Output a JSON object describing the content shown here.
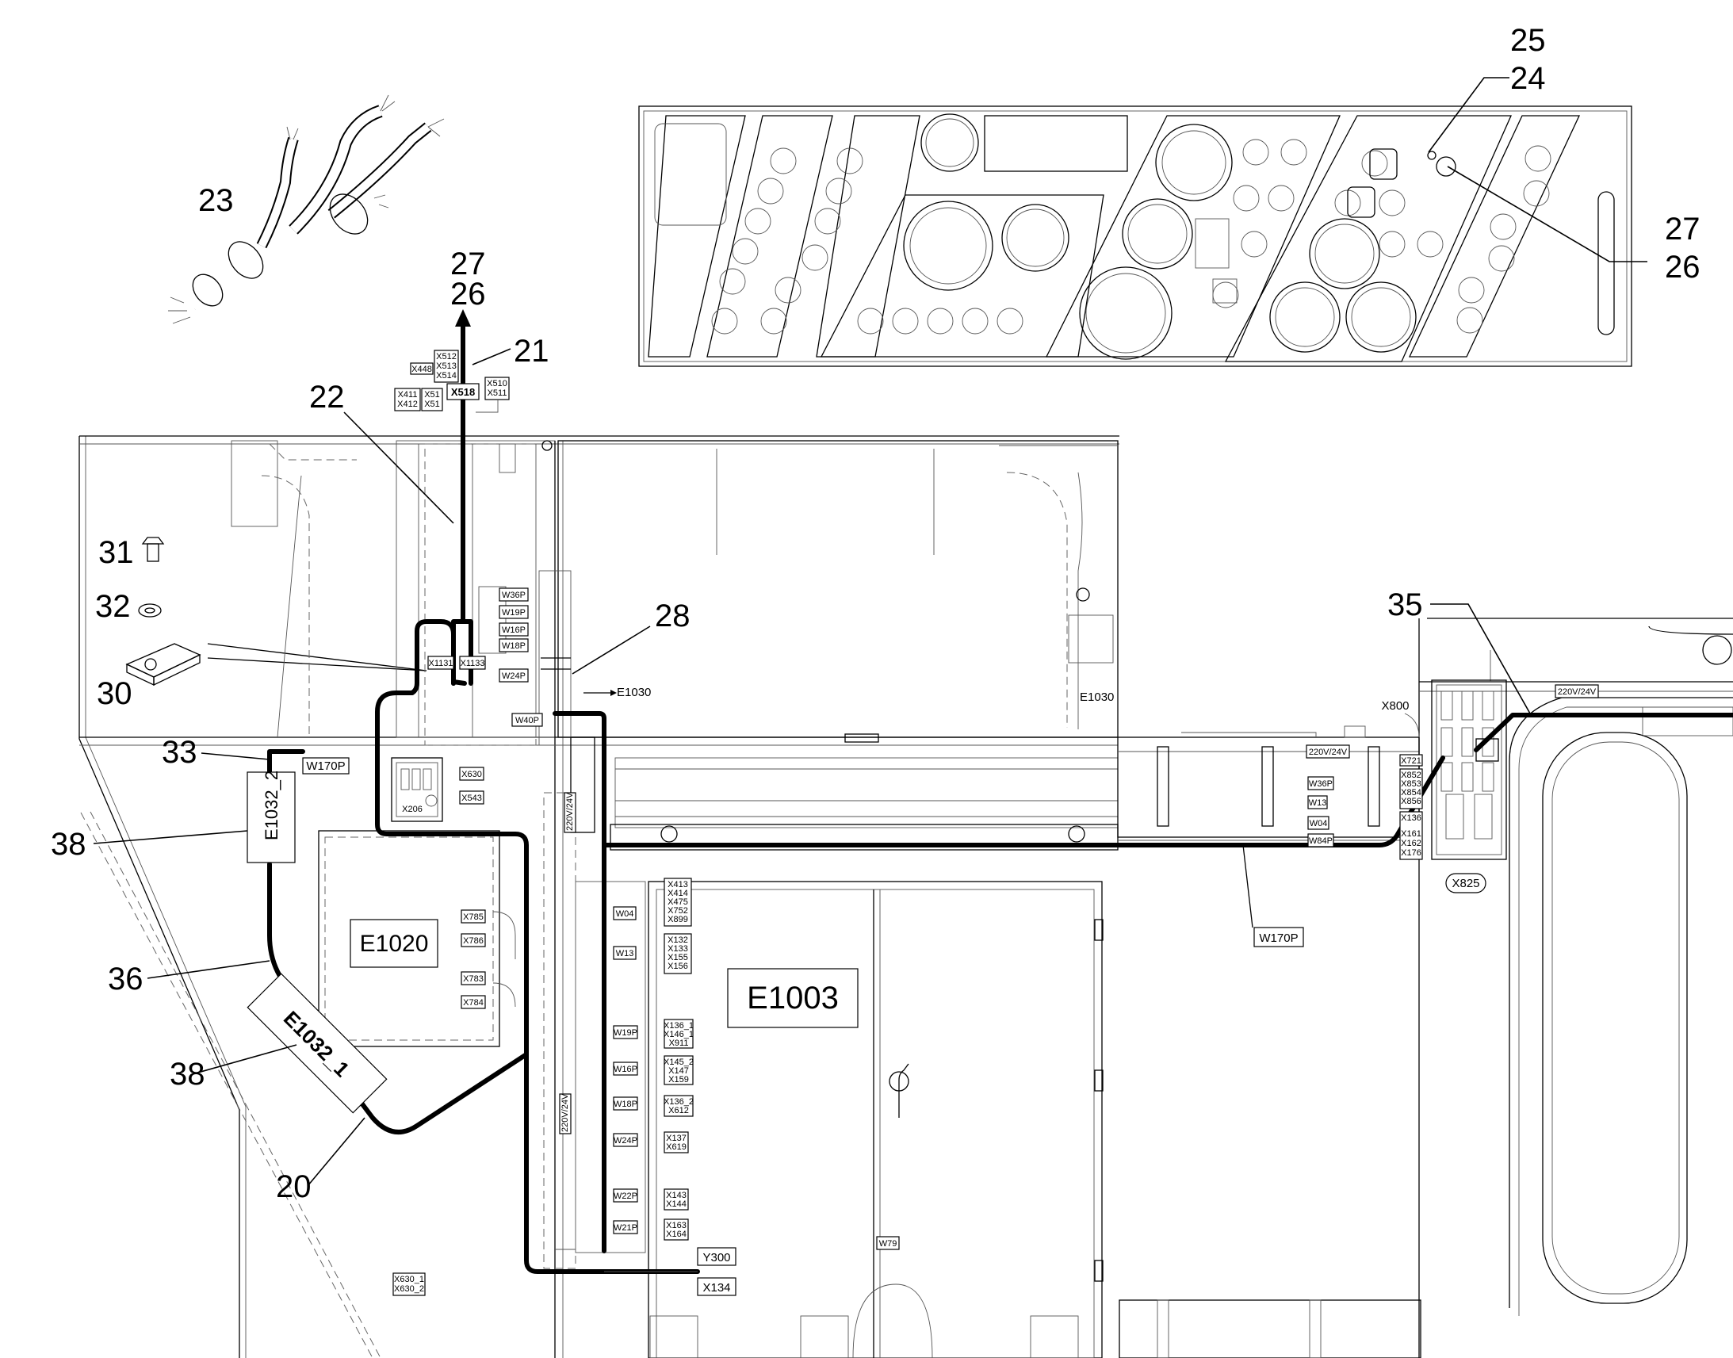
{
  "callouts": {
    "c25": "25",
    "c24": "24",
    "c27a": "27",
    "c26a": "26",
    "c23": "23",
    "c27b": "27",
    "c26b": "26",
    "c21": "21",
    "c22": "22",
    "c31": "31",
    "c32": "32",
    "c30": "30",
    "c28": "28",
    "c35": "35",
    "c33": "33",
    "c38a": "38",
    "c36": "36",
    "c38b": "38",
    "c20": "20"
  },
  "components": {
    "e1020": "E1020",
    "e1003": "E1003",
    "e1032_2": "E1032_2",
    "e1032_1": "E1032_1",
    "e1030a": "E1030",
    "e1030b": "E1030"
  },
  "connector_tags": {
    "x518": "X518",
    "x448": "X448",
    "x512": "X512",
    "x513": "X513",
    "x514": "X514",
    "x510": "X510",
    "x511": "X511",
    "x411": "X411",
    "x412": "X412",
    "x51a": "X51",
    "x51b": "X51",
    "x1131": "X1131",
    "x1133": "X1133",
    "x630": "X630",
    "x543": "X543",
    "x206": "X206",
    "x785": "X785",
    "x786": "X786",
    "x783": "X783",
    "x784": "X784",
    "x800": "X800",
    "x825": "X825",
    "x721": "X721",
    "x852": "X852",
    "x853": "X853",
    "x854": "X854",
    "x856": "X856",
    "x136r": "X136",
    "x161": "X161",
    "x162": "X162",
    "x176": "X176",
    "y300": "Y300",
    "x134": "X134",
    "x630_1": "X630_1",
    "x630_2": "X630_2",
    "x413": "X413",
    "x414": "X414",
    "x475": "X475",
    "x752": "X752",
    "x899": "X899",
    "x132": "X132",
    "x133": "X133",
    "x155": "X155",
    "x156": "X156",
    "x136_1": "X136_1",
    "x146_1": "X146_1",
    "x911": "X911",
    "x145_2": "X145_2",
    "x147": "X147",
    "x159": "X159",
    "x136_2": "X136_2",
    "x612": "X612",
    "x137": "X137",
    "x619": "X619",
    "x143": "X143",
    "x144": "X144",
    "x163": "X163",
    "x164": "X164"
  },
  "harness_tags": {
    "w170p_a": "W170P",
    "w170p_b": "W170P",
    "w36p": "W36P",
    "w19p_a": "W19P",
    "w16p_a": "W16P",
    "w18p_a": "W18P",
    "w24p_a": "W24P",
    "w40p": "W40P",
    "w04_a": "W04",
    "w13_a": "W13",
    "w19p_b": "W19P",
    "w16p_b": "W16P",
    "w18p_b": "W18P",
    "w24p_b": "W24P",
    "w22p": "W22P",
    "w21p": "W21P",
    "w79": "W79",
    "w36p_r": "W36P",
    "w13_r": "W13",
    "w04_r": "W04",
    "w84p_r": "W84P",
    "v220a": "220V/24V",
    "v220b": "220V/24V",
    "v220c": "220V/24V",
    "v220d": "220V/24V"
  },
  "colors": {
    "line": "#000000",
    "background": "#ffffff"
  }
}
